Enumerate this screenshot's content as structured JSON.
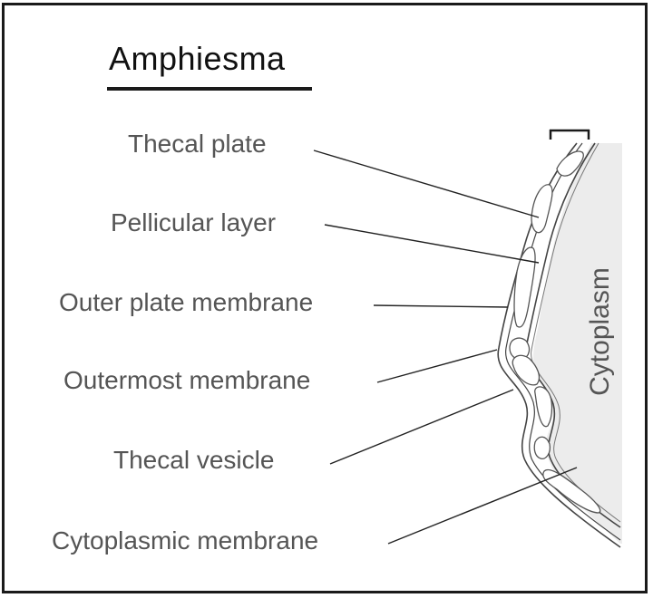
{
  "diagram": {
    "title": "Amphiesma",
    "labels": {
      "thecal_plate": "Thecal plate",
      "pellicular_layer": "Pellicular layer",
      "outer_plate_membrane": "Outer plate membrane",
      "outermost_membrane": "Outermost membrane",
      "thecal_vesicle": "Thecal vesicle",
      "cytoplasmic_membrane": "Cytoplasmic membrane"
    },
    "cytoplasm_label": "Cytoplasm",
    "colors": {
      "frame": "#1a1a1a",
      "label_text": "#555555",
      "cytoplasm_fill": "#ececec",
      "membrane_stroke": "#444444",
      "leader_line": "#222222"
    }
  }
}
